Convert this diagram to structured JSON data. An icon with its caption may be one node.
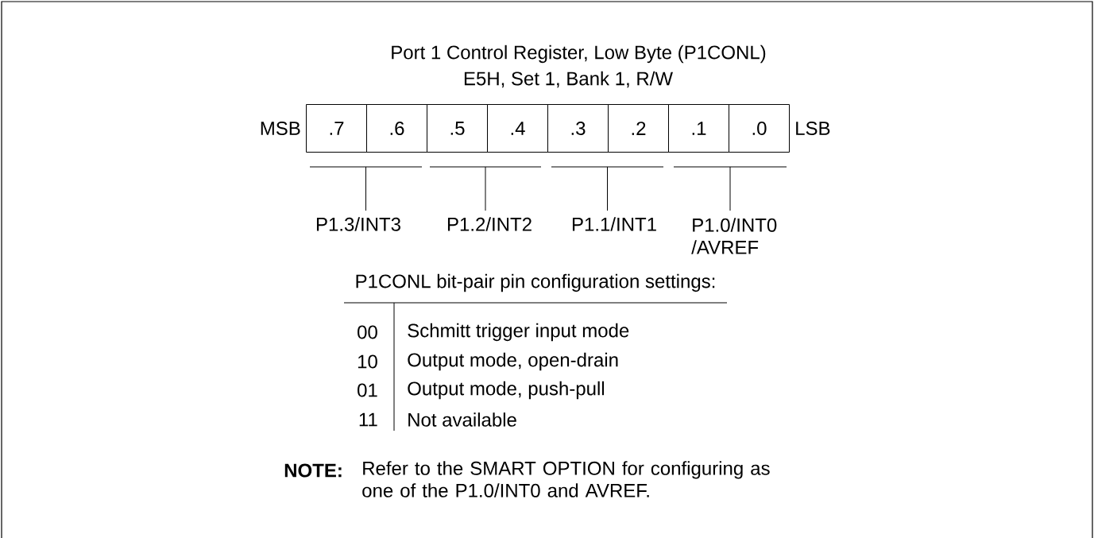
{
  "diagram": {
    "title": "Port 1 Control Register, Low Byte (P1CONL)",
    "nodes": [
      {
        "text": [
          ".7"
        ],
        "beside": [
          "MSB"
        ]
      },
      {
        "text": [
          ".6"
        ]
      },
      {
        "text": [
          ".5"
        ]
      },
      {
        "text": [
          ".4"
        ]
      },
      {
        "text": [
          ".3"
        ]
      },
      {
        "text": [
          ".2"
        ]
      },
      {
        "text": [
          ".1"
        ]
      },
      {
        "text": [
          ".0"
        ],
        "beside": [
          "LSB"
        ]
      }
    ],
    "labels": [
      "E5H, Set 1, Bank 1, R/W",
      "P1.3/INT3",
      "P1.2/INT2",
      "P1.1/INT1",
      "P1.0/INT0 /AVREF",
      "P1CONL bit-pair pin configuration settings:",
      "00",
      "Schmitt trigger input mode",
      "10",
      "Output mode, open-drain",
      "01",
      "Output mode, push-pull",
      "11",
      "Not available",
      "NOTE:",
      "Refer to the SMART OPTION for configuring as one of the P1.0/INT0 and AVREF."
    ]
  }
}
